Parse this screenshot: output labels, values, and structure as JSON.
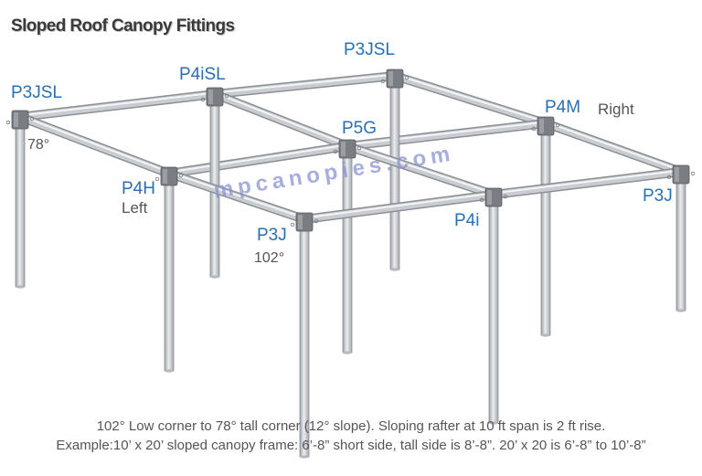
{
  "title": "Sloped Roof Canopy Fittings",
  "watermark": "mpcanopies.com",
  "fittings": {
    "back_left": "P3JSL",
    "back_left_mid": "P4iSL",
    "back_right_mid": "P3JSL",
    "right_mid": "P4M",
    "center": "P5G",
    "left_mid": "P4H",
    "front_left": "P3J",
    "front_mid": "P4i",
    "front_right": "P3J"
  },
  "side_labels": {
    "right": "Right",
    "left": "Left"
  },
  "angles": {
    "tall": "78°",
    "low": "102°"
  },
  "caption": {
    "line1": "102° Low corner to 78° tall corner (12° slope). Sloping rafter at 10 ft span is 2 ft rise.",
    "line2": "Example:10’ x 20’ sloped canopy frame: 6’-8” short side, tall side is 8’-8”. 20’ x 20 is 6’-8” to 10’-8”"
  },
  "colors": {
    "label": "#2a6fb0",
    "text": "#555555",
    "pipe": "#c9ccd0",
    "pipe_edge": "#8c9096",
    "fitting": "#7a7d82"
  }
}
